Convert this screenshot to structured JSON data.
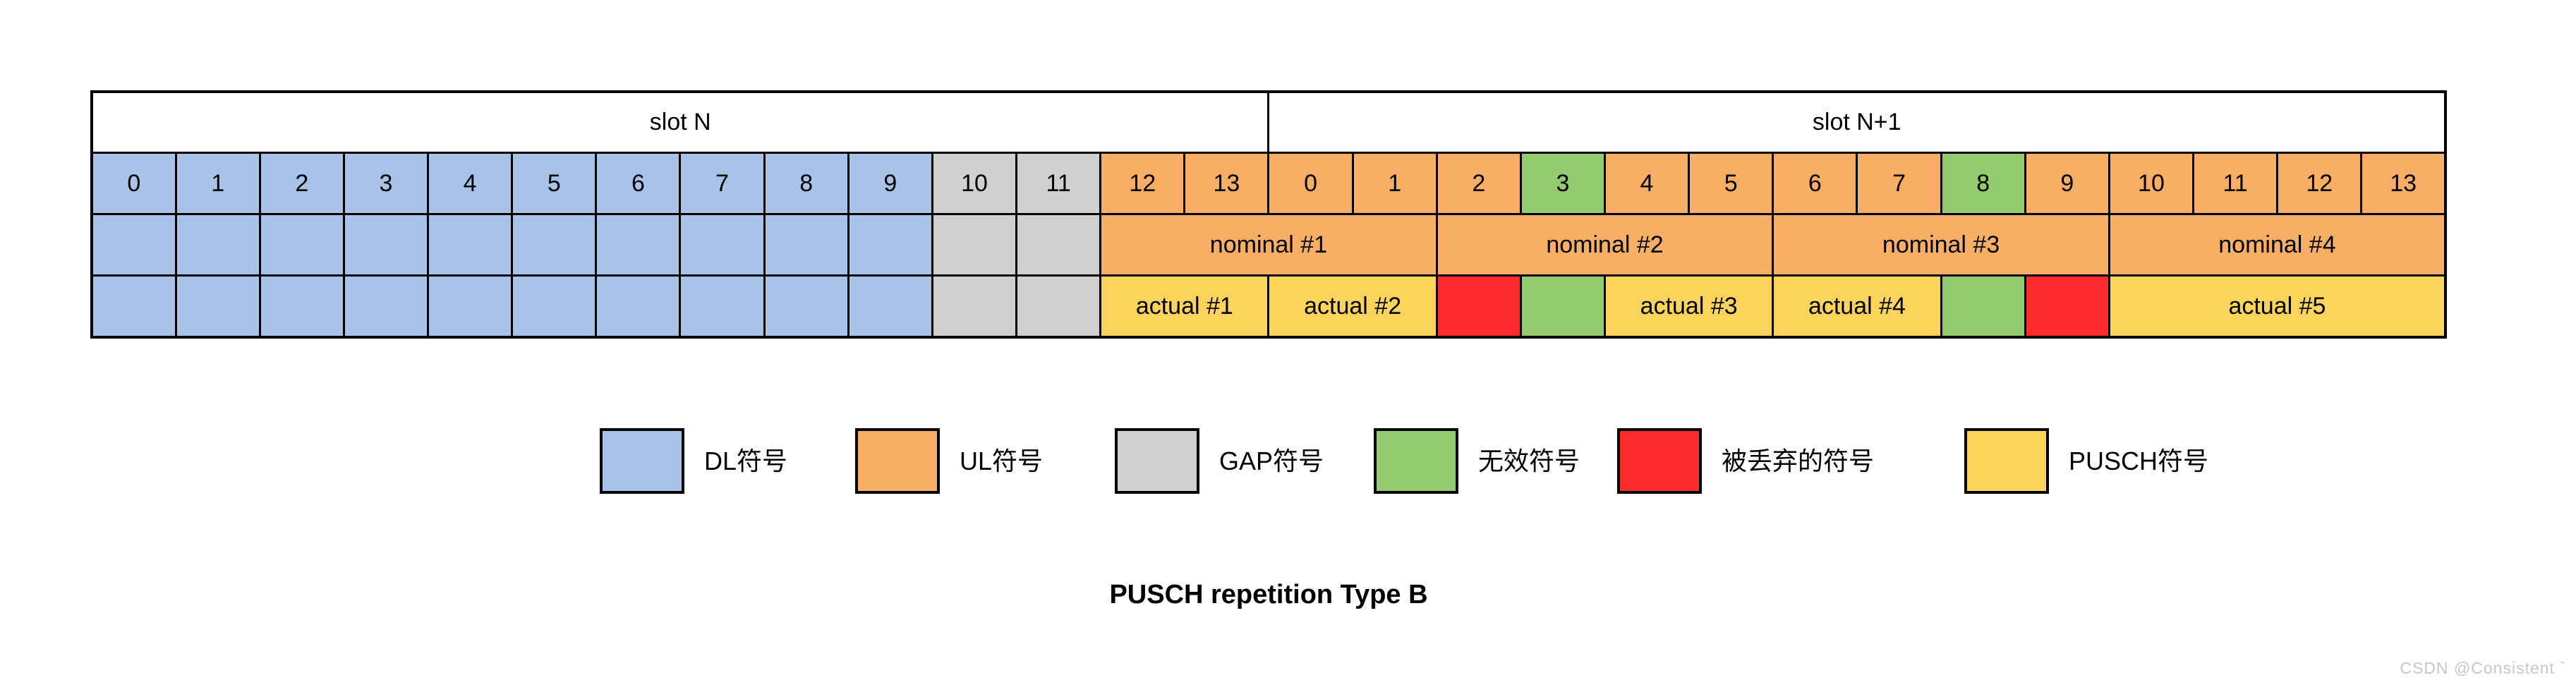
{
  "title": "PUSCH repetition Type B",
  "watermark": "CSDN @Consistent `",
  "colors": {
    "dl": "#a9c3e8",
    "ul": "#f9ae66",
    "gap": "#d0cece",
    "invalid": "#93c96f",
    "dropped": "#fb2b2b",
    "pusch": "#fcd45c",
    "border": "#000000"
  },
  "table": {
    "slot_headers": [
      {
        "label": "slot N",
        "span": 14
      },
      {
        "label": "slot N+1",
        "span": 14
      }
    ],
    "symbol_row": [
      {
        "label": "0",
        "type": "dl"
      },
      {
        "label": "1",
        "type": "dl"
      },
      {
        "label": "2",
        "type": "dl"
      },
      {
        "label": "3",
        "type": "dl"
      },
      {
        "label": "4",
        "type": "dl"
      },
      {
        "label": "5",
        "type": "dl"
      },
      {
        "label": "6",
        "type": "dl"
      },
      {
        "label": "7",
        "type": "dl"
      },
      {
        "label": "8",
        "type": "dl"
      },
      {
        "label": "9",
        "type": "dl"
      },
      {
        "label": "10",
        "type": "gap"
      },
      {
        "label": "11",
        "type": "gap"
      },
      {
        "label": "12",
        "type": "ul"
      },
      {
        "label": "13",
        "type": "ul"
      },
      {
        "label": "0",
        "type": "ul"
      },
      {
        "label": "1",
        "type": "ul"
      },
      {
        "label": "2",
        "type": "ul"
      },
      {
        "label": "3",
        "type": "invalid"
      },
      {
        "label": "4",
        "type": "ul"
      },
      {
        "label": "5",
        "type": "ul"
      },
      {
        "label": "6",
        "type": "ul"
      },
      {
        "label": "7",
        "type": "ul"
      },
      {
        "label": "8",
        "type": "invalid"
      },
      {
        "label": "9",
        "type": "ul"
      },
      {
        "label": "10",
        "type": "ul"
      },
      {
        "label": "11",
        "type": "ul"
      },
      {
        "label": "12",
        "type": "ul"
      },
      {
        "label": "13",
        "type": "ul"
      }
    ],
    "nominal_row": [
      {
        "span": 1,
        "label": "",
        "type": "dl"
      },
      {
        "span": 1,
        "label": "",
        "type": "dl"
      },
      {
        "span": 1,
        "label": "",
        "type": "dl"
      },
      {
        "span": 1,
        "label": "",
        "type": "dl"
      },
      {
        "span": 1,
        "label": "",
        "type": "dl"
      },
      {
        "span": 1,
        "label": "",
        "type": "dl"
      },
      {
        "span": 1,
        "label": "",
        "type": "dl"
      },
      {
        "span": 1,
        "label": "",
        "type": "dl"
      },
      {
        "span": 1,
        "label": "",
        "type": "dl"
      },
      {
        "span": 1,
        "label": "",
        "type": "dl"
      },
      {
        "span": 1,
        "label": "",
        "type": "gap"
      },
      {
        "span": 1,
        "label": "",
        "type": "gap"
      },
      {
        "span": 4,
        "label": "nominal #1",
        "type": "ul"
      },
      {
        "span": 4,
        "label": "nominal #2",
        "type": "ul"
      },
      {
        "span": 4,
        "label": "nominal #3",
        "type": "ul"
      },
      {
        "span": 4,
        "label": "nominal #4",
        "type": "ul"
      }
    ],
    "actual_row": [
      {
        "span": 1,
        "label": "",
        "type": "dl"
      },
      {
        "span": 1,
        "label": "",
        "type": "dl"
      },
      {
        "span": 1,
        "label": "",
        "type": "dl"
      },
      {
        "span": 1,
        "label": "",
        "type": "dl"
      },
      {
        "span": 1,
        "label": "",
        "type": "dl"
      },
      {
        "span": 1,
        "label": "",
        "type": "dl"
      },
      {
        "span": 1,
        "label": "",
        "type": "dl"
      },
      {
        "span": 1,
        "label": "",
        "type": "dl"
      },
      {
        "span": 1,
        "label": "",
        "type": "dl"
      },
      {
        "span": 1,
        "label": "",
        "type": "dl"
      },
      {
        "span": 1,
        "label": "",
        "type": "gap"
      },
      {
        "span": 1,
        "label": "",
        "type": "gap"
      },
      {
        "span": 2,
        "label": "actual #1",
        "type": "pusch"
      },
      {
        "span": 2,
        "label": "actual #2",
        "type": "pusch"
      },
      {
        "span": 1,
        "label": "",
        "type": "dropped"
      },
      {
        "span": 1,
        "label": "",
        "type": "invalid"
      },
      {
        "span": 2,
        "label": "actual #3",
        "type": "pusch"
      },
      {
        "span": 2,
        "label": "actual #4",
        "type": "pusch"
      },
      {
        "span": 1,
        "label": "",
        "type": "invalid"
      },
      {
        "span": 1,
        "label": "",
        "type": "dropped"
      },
      {
        "span": 4,
        "label": "actual #5",
        "type": "pusch"
      }
    ]
  },
  "legend": {
    "items": [
      {
        "label": "DL符号",
        "type": "dl"
      },
      {
        "label": "UL符号",
        "type": "ul"
      },
      {
        "label": "GAP符号",
        "type": "gap"
      },
      {
        "label": "无效符号",
        "type": "invalid"
      },
      {
        "label": "被丢弃的符号",
        "type": "dropped"
      },
      {
        "label": "PUSCH符号",
        "type": "pusch"
      }
    ]
  }
}
